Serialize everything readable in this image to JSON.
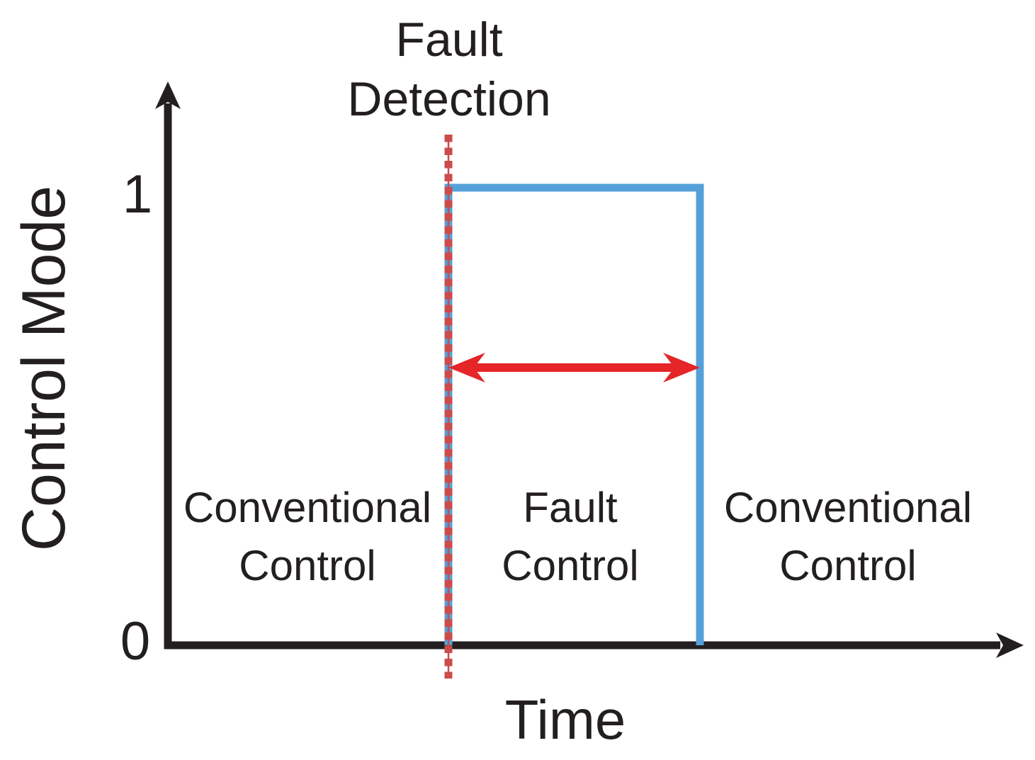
{
  "labels": {
    "fault_detection_line1": "Fault",
    "fault_detection_line2": "Detection",
    "ylabel": "Control Mode",
    "xlabel": "Time",
    "ytick_1": "1",
    "ytick_0": "0",
    "region_left_line1": "Conventional",
    "region_left_line2": "Control",
    "region_mid_line1": "Fault",
    "region_mid_line2": "Control",
    "region_right_line1": "Conventional",
    "region_right_line2": "Control"
  },
  "colors": {
    "axis_black": "#231f20",
    "pulse_blue": "#55a0d8",
    "dashed_red": "#cc4b4b",
    "arrow_red": "#e52528",
    "background": "#ffffff"
  },
  "chart_data": {
    "type": "line",
    "subtype": "step-pulse",
    "title": "",
    "xlabel": "Time",
    "ylabel": "Control Mode",
    "yticks": [
      "0",
      "1"
    ],
    "ylim": [
      0,
      1.2
    ],
    "x_axis_unitless": true,
    "grid": false,
    "legend": false,
    "series": [
      {
        "name": "Control Mode",
        "color": "#55a0d8",
        "points_x_fraction_of_time_axis": [
          {
            "x": 0.33,
            "y": 0
          },
          {
            "x": 0.33,
            "y": 1
          },
          {
            "x": 0.62,
            "y": 1
          },
          {
            "x": 0.62,
            "y": 0
          }
        ],
        "note": "Blue square pulse: mode switches 0 to 1 at fault detection, back to 0 when fault control ends; only the pulse outline is drawn"
      }
    ],
    "annotations": [
      {
        "type": "vline-dashed",
        "label": "Fault Detection",
        "x_fraction": 0.33,
        "color": "#cc4b4b",
        "extends_below_axis": true
      },
      {
        "type": "double-headed-arrow",
        "from_x_fraction": 0.33,
        "to_x_fraction": 0.62,
        "y_fraction_of_pulse_height": 0.61,
        "color": "#e52528"
      },
      {
        "type": "region-label",
        "text": "Conventional Control",
        "position": "left-of-pulse"
      },
      {
        "type": "region-label",
        "text": "Fault Control",
        "position": "inside-pulse"
      },
      {
        "type": "region-label",
        "text": "Conventional Control",
        "position": "right-of-pulse"
      }
    ]
  }
}
